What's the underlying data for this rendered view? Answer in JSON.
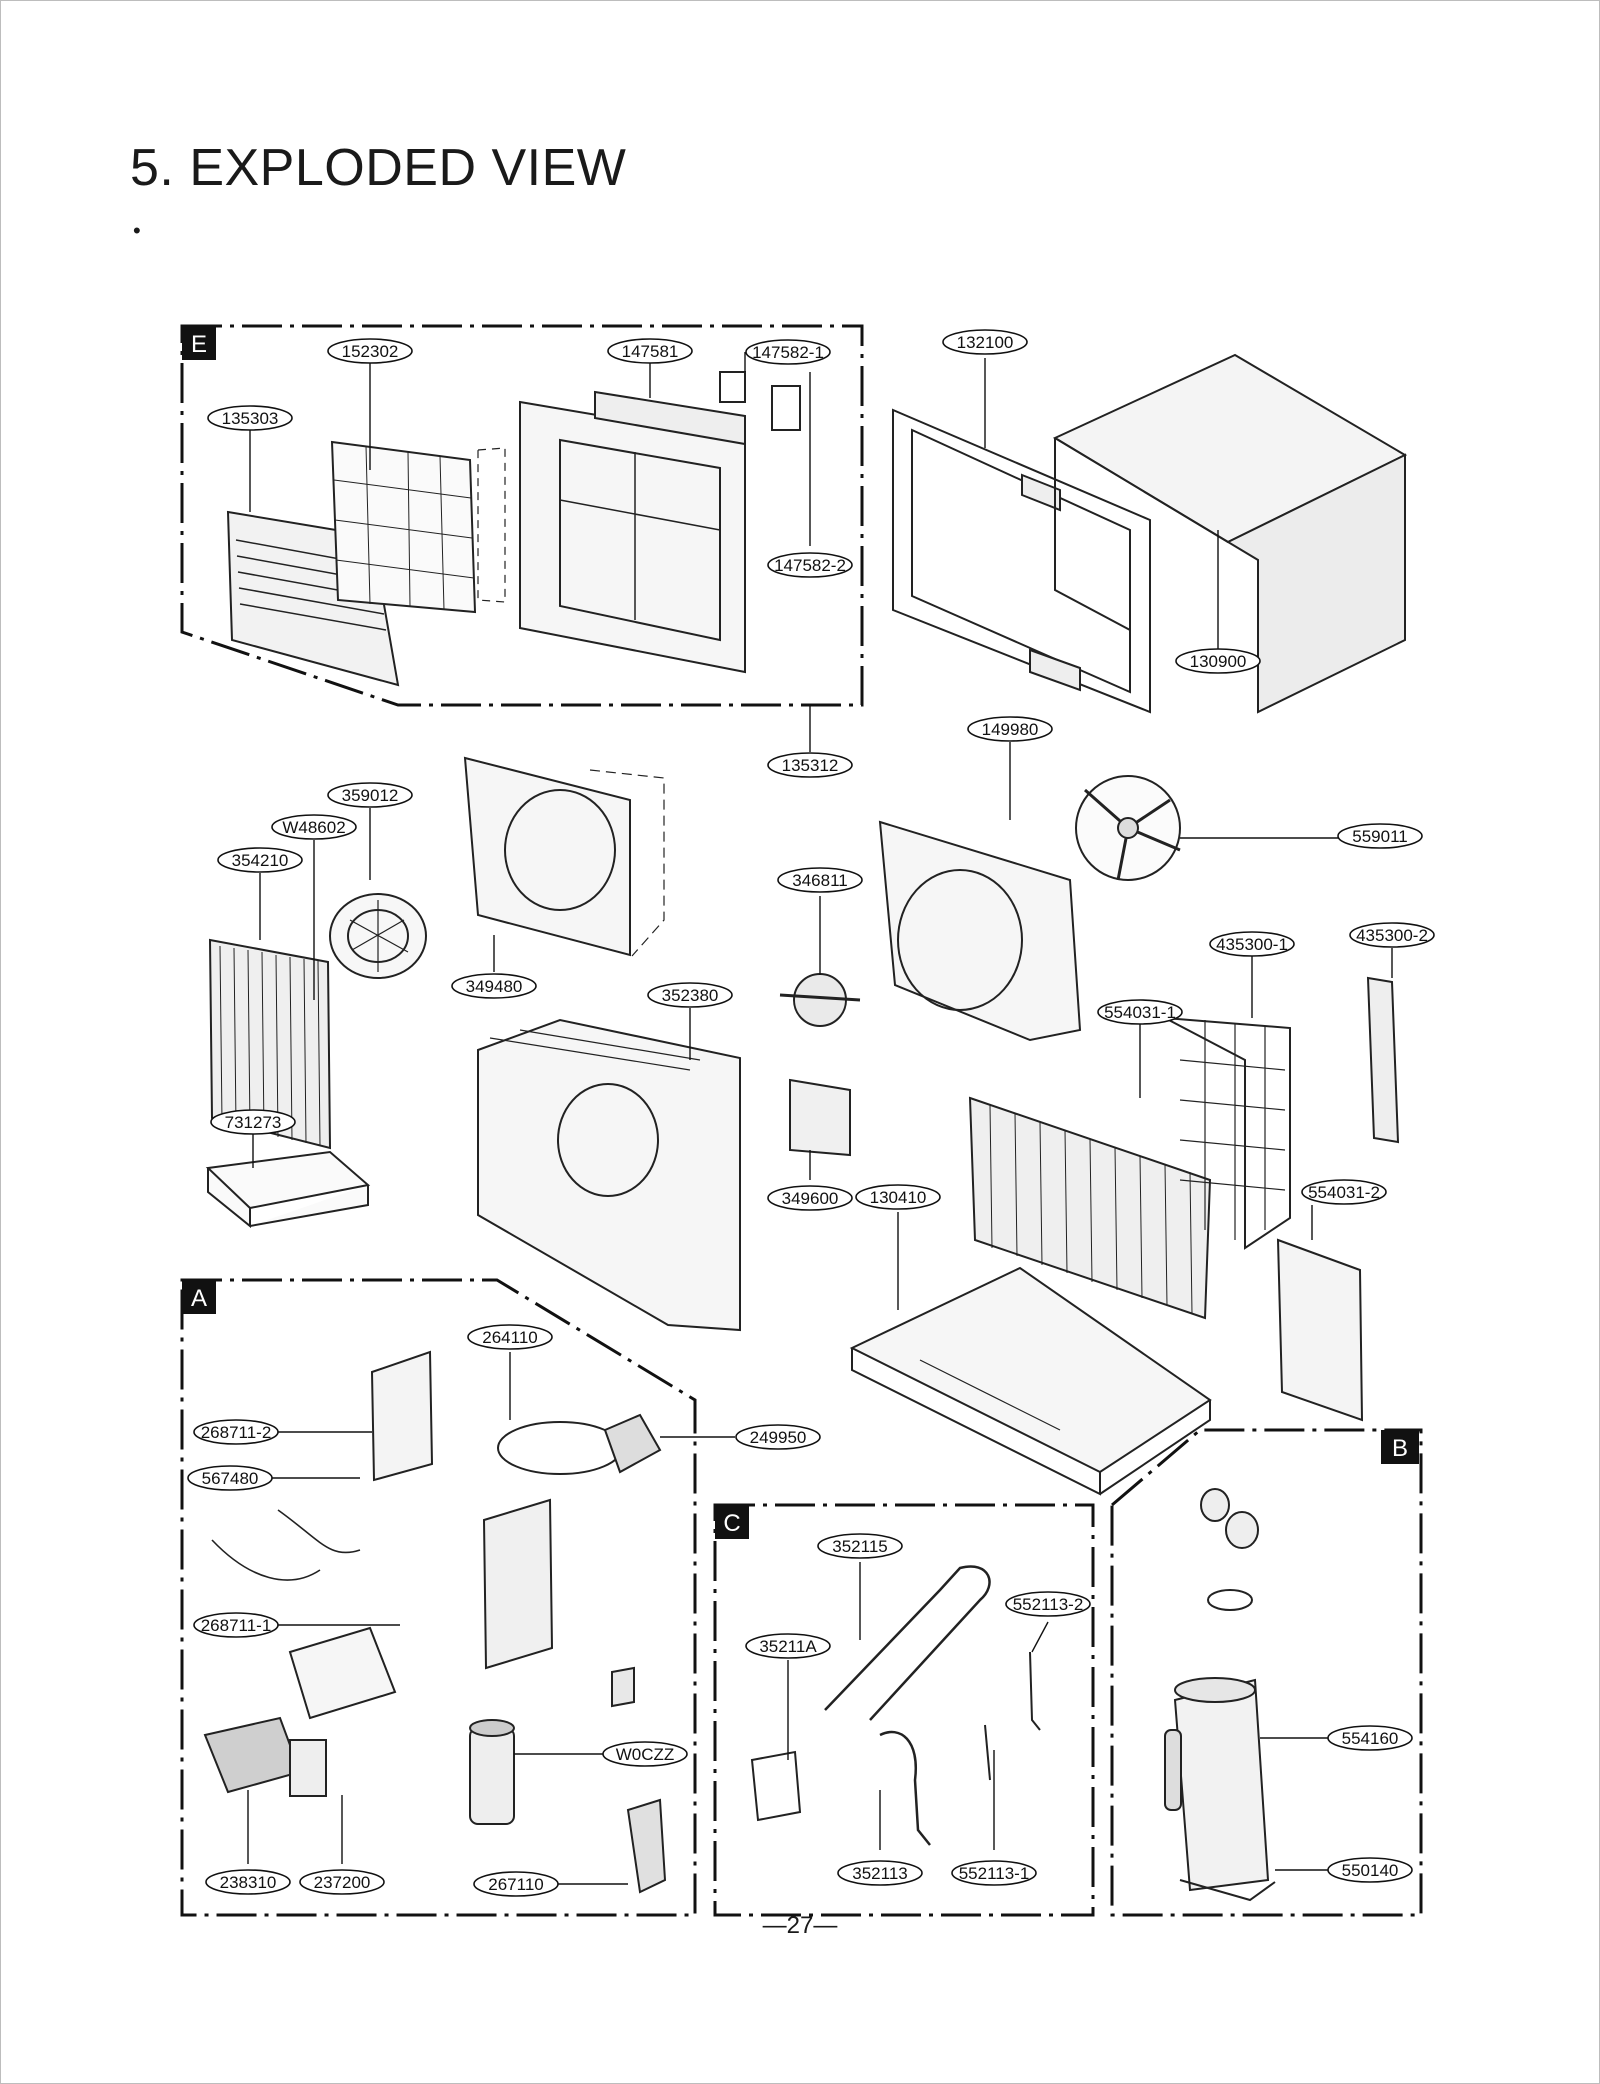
{
  "page": {
    "title": "5. EXPLODED VIEW",
    "bullet": "•",
    "page_number": "—27—"
  },
  "sections": [
    "E",
    "A",
    "C",
    "B"
  ],
  "parts": [
    "152302",
    "147581",
    "147582-1",
    "135303",
    "147582-2",
    "132100",
    "130900",
    "135312",
    "149980",
    "359012",
    "W48602",
    "354210",
    "346811",
    "559011",
    "435300-1",
    "435300-2",
    "349480",
    "352380",
    "554031-1",
    "731273",
    "349600",
    "130410",
    "554031-2",
    "264110",
    "268711-2",
    "249950",
    "567480",
    "352115",
    "552113-2",
    "268711-1",
    "35211A",
    "554160",
    "W0CZZ",
    "352113",
    "552113-1",
    "550140",
    "238310",
    "237200",
    "267110"
  ]
}
